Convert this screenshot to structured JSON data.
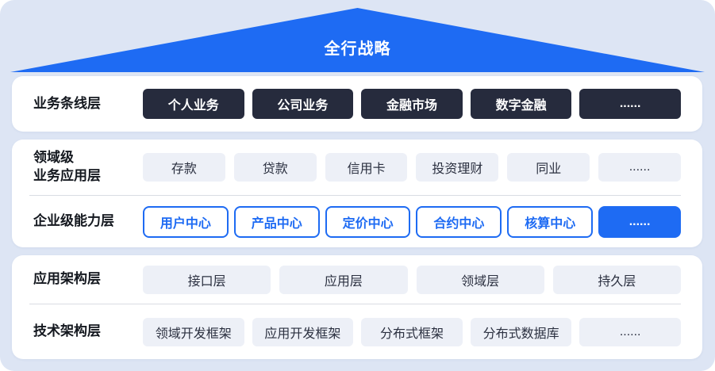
{
  "title": "全行战略",
  "colors": {
    "accent_blue": "#1e6bf3",
    "dark_pill": "#262b3d",
    "light_pill": "#edf0f7",
    "background": "#dde5f4",
    "card": "#ffffff"
  },
  "layers": {
    "business_lines": {
      "label": "业务条线层",
      "items": [
        "个人业务",
        "公司业务",
        "金融市场",
        "数字金融",
        "......"
      ]
    },
    "domain_apps": {
      "label_line1": "领域级",
      "label_line2": "业务应用层",
      "items": [
        "存款",
        "贷款",
        "信用卡",
        "投资理财",
        "同业",
        "......"
      ]
    },
    "enterprise_capabilities": {
      "label": "企业级能力层",
      "items": [
        "用户中心",
        "产品中心",
        "定价中心",
        "合约中心",
        "核算中心",
        "......"
      ]
    },
    "app_architecture": {
      "label": "应用架构层",
      "items": [
        "接口层",
        "应用层",
        "领域层",
        "持久层"
      ]
    },
    "tech_architecture": {
      "label": "技术架构层",
      "items": [
        "领域开发框架",
        "应用开发框架",
        "分布式框架",
        "分布式数据库",
        "......"
      ]
    }
  }
}
